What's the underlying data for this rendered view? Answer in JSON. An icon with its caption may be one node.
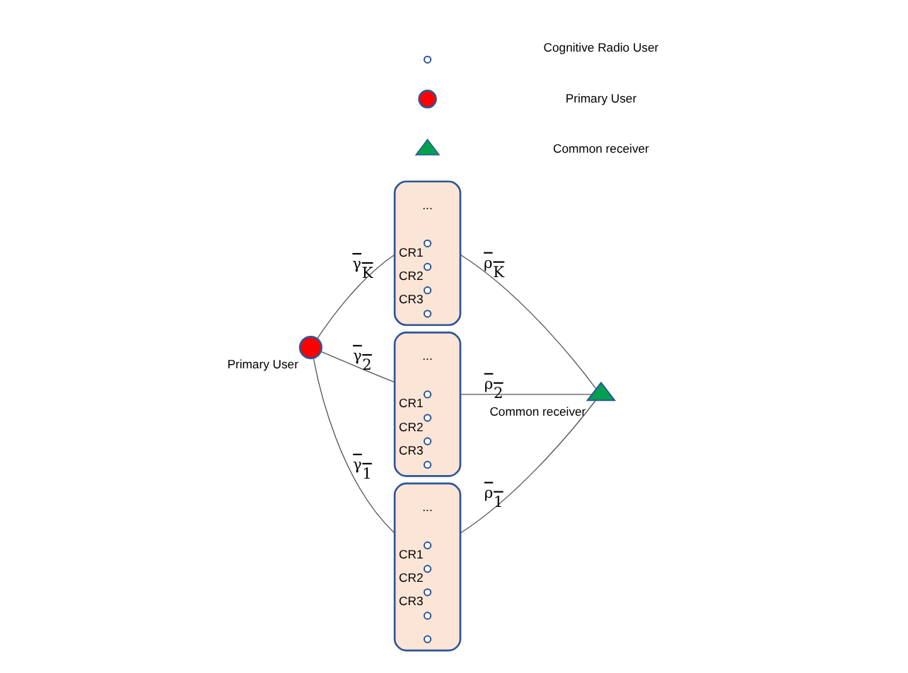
{
  "diagram": {
    "nodes": [
      {
        "text": [],
        "shape": "circle",
        "beside": [
          "Primary User"
        ]
      },
      {
        "text": [],
        "shape": "ellipse"
      },
      {
        "text": [],
        "shape": "circle",
        "beside": [
          "CR1"
        ],
        "in": 1
      },
      {
        "text": [],
        "shape": "circle",
        "beside": [
          "CR2"
        ],
        "in": 1
      },
      {
        "text": [],
        "shape": "circle",
        "beside": [
          "CR3"
        ],
        "in": 1
      },
      {
        "text": [],
        "shape": "circle",
        "in": 1
      },
      {
        "text": [],
        "shape": "ellipse"
      },
      {
        "text": [],
        "shape": "circle",
        "beside": [
          "CR1"
        ],
        "in": 6
      },
      {
        "text": [],
        "shape": "circle",
        "beside": [
          "CR2"
        ],
        "in": 6
      },
      {
        "text": [],
        "shape": "circle",
        "beside": [
          "CR3"
        ],
        "in": 6
      },
      {
        "text": [],
        "shape": "circle",
        "in": 6
      },
      {
        "text": [],
        "shape": "ellipse"
      },
      {
        "text": [],
        "shape": "circle",
        "beside": [
          "CR1"
        ],
        "in": 11
      },
      {
        "text": [],
        "shape": "circle",
        "beside": [
          "CR2"
        ],
        "in": 11
      },
      {
        "text": [],
        "shape": "circle",
        "beside": [
          "CR3"
        ],
        "in": 11
      },
      {
        "text": [],
        "shape": "circle",
        "in": 11
      },
      {
        "text": [],
        "shape": "circle",
        "in": 11
      },
      {
        "text": [],
        "shape": "triangle",
        "beside": [
          "Common receiver"
        ]
      }
    ],
    "edges": [
      {
        "from": 0,
        "to": 11,
        "arrow": "none",
        "label": "γ$_{1}$"
      },
      {
        "from": 0,
        "to": 6,
        "arrow": "none",
        "label": "γ$_{2}$"
      },
      {
        "from": 0,
        "to": 1,
        "arrow": "none",
        "label": "γ$_{K}$"
      },
      {
        "from": 11,
        "to": 17,
        "arrow": "none",
        "label": "ρ$_{1}$"
      },
      {
        "from": 6,
        "to": 17,
        "arrow": "none",
        "label": "ρ$_{2}$"
      },
      {
        "from": 1,
        "to": 17,
        "arrow": "none",
        "label": "ρ$_{K}$"
      }
    ],
    "labels": [
      "...",
      "...",
      "..."
    ],
    "legend": [
      {
        "text": "Cognitive Radio User"
      },
      {
        "text": "Primary User"
      },
      {
        "text": "Common receiver"
      }
    ]
  }
}
